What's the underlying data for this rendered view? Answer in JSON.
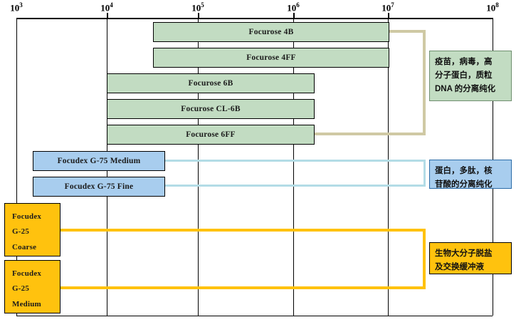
{
  "chart_data": {
    "type": "bar",
    "title": "",
    "xlabel": "",
    "ylabel": "",
    "scale": "log",
    "xlim": [
      1000,
      100000000
    ],
    "grid": true,
    "legend_position": "right",
    "axis": {
      "ticks": [
        {
          "label_base": "10",
          "label_exp": "3",
          "value": 1000,
          "x": 23
        },
        {
          "label_base": "10",
          "label_exp": "4",
          "value": 10000,
          "x": 150
        },
        {
          "label_base": "10",
          "label_exp": "5",
          "value": 100000,
          "x": 278
        },
        {
          "label_base": "10",
          "label_exp": "6",
          "value": 1000000,
          "x": 412
        },
        {
          "label_base": "10",
          "label_exp": "7",
          "value": 10000000,
          "x": 545
        },
        {
          "label_base": "10",
          "label_exp": "8",
          "value": 100000000,
          "x": 692
        }
      ]
    },
    "groups": [
      {
        "key": "agarose",
        "color": "#c2dcc2",
        "callout": "疫苗，病毒，高\n分子蛋白，质粒\nDNA 的分离纯化",
        "bars": [
          {
            "label": "Focurose 4B",
            "x_start": 215,
            "x_end": 547,
            "y": 31,
            "h": 28,
            "range_min": 60000,
            "range_max": 20000000
          },
          {
            "label": "Focurose 4FF",
            "x_start": 215,
            "x_end": 547,
            "y": 67,
            "h": 28,
            "range_min": 60000,
            "range_max": 20000000
          },
          {
            "label": "Focurose 6B",
            "x_start": 150,
            "x_end": 442,
            "y": 103,
            "h": 28,
            "range_min": 10000,
            "range_max": 4000000
          },
          {
            "label": "Focurose CL-6B",
            "x_start": 150,
            "x_end": 442,
            "y": 139,
            "h": 28,
            "range_min": 10000,
            "range_max": 4000000
          },
          {
            "label": "Focurose 6FF",
            "x_start": 150,
            "x_end": 442,
            "y": 175,
            "h": 28,
            "range_min": 10000,
            "range_max": 4000000
          }
        ]
      },
      {
        "key": "dextran-g75",
        "color": "#a8cdee",
        "callout": "蛋白，多肽，核\n苷酸的分离纯化",
        "bars": [
          {
            "label": "Focudex G-75 Medium",
            "x_start": 46,
            "x_end": 232,
            "y": 212,
            "h": 28,
            "range_min": 2000,
            "range_max": 70000
          },
          {
            "label": "Focudex G-75 Fine",
            "x_start": 46,
            "x_end": 232,
            "y": 248,
            "h": 28,
            "range_min": 2000,
            "range_max": 70000
          }
        ]
      },
      {
        "key": "dextran-g25",
        "color": "#ffc20e",
        "callout": "生物大分子脱盐\n及交换缓冲液",
        "bars": [
          {
            "label": "Focudex\nG-25\nCoarse",
            "x_start": 6,
            "x_end": 85,
            "y": 285,
            "h": 75,
            "range_min": 700,
            "range_max": 5000
          },
          {
            "label": "Focudex\nG-25\nMedium",
            "x_start": 6,
            "x_end": 85,
            "y": 365,
            "h": 75,
            "range_min": 700,
            "range_max": 5000
          }
        ]
      }
    ]
  },
  "axis_ticks": {
    "t0": "10",
    "t0e": "3",
    "t1": "10",
    "t1e": "4",
    "t2": "10",
    "t2e": "5",
    "t3": "10",
    "t3e": "6",
    "t4": "10",
    "t4e": "7",
    "t5": "10",
    "t5e": "8"
  },
  "bars": {
    "agarose_4b": "Focurose 4B",
    "agarose_4ff": "Focurose 4FF",
    "agarose_6b": "Focurose 6B",
    "agarose_cl6b": "Focurose CL-6B",
    "agarose_6ff": "Focurose 6FF",
    "g75_medium": "Focudex G-75 Medium",
    "g75_fine": "Focudex G-75 Fine",
    "g25_coarse_l1": "Focudex",
    "g25_coarse_l2": "G-25",
    "g25_coarse_l3": "Coarse",
    "g25_medium_l1": "Focudex",
    "g25_medium_l2": "G-25",
    "g25_medium_l3": "Medium"
  },
  "legends": {
    "green_l1": "疫苗，病毒，高",
    "green_l2": "分子蛋白，质粒",
    "green_l3": "DNA 的分离纯化",
    "blue_l1": "蛋白，多肽，核",
    "blue_l2": "苷酸的分离纯化",
    "gold_l1": "生物大分子脱盐",
    "gold_l2": "及交换缓冲液"
  },
  "colors": {
    "green_fill": "#c2dcc2",
    "blue_fill": "#a8cdee",
    "gold_fill": "#ffc20e",
    "green_connector": "#cfc9a4",
    "blue_connector": "#b3dce6",
    "gold_connector": "#ffc20e",
    "axis": "#000000"
  }
}
